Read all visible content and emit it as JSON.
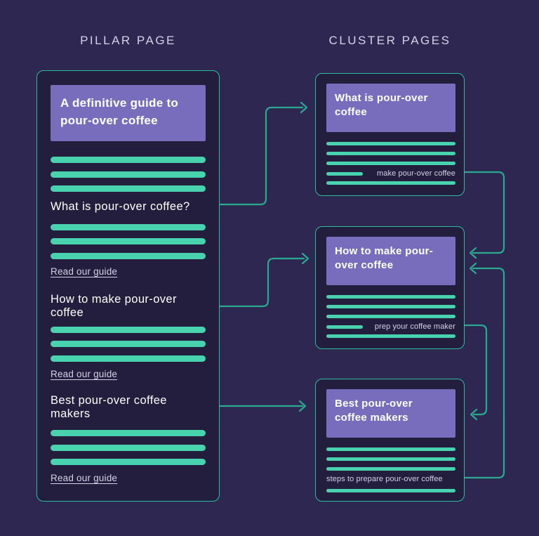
{
  "colors": {
    "background": "#2e2752",
    "card_background": "#241e3e",
    "card_border": "#2cbd9f",
    "connector": "#2aa98e",
    "placeholder_bar": "#49d2ae",
    "header_block": "#786dbd",
    "heading_text": "#ffffff",
    "muted_text": "#d5d0e4"
  },
  "column_titles": {
    "pillar": "PILLAR PAGE",
    "clusters": "CLUSTER PAGES"
  },
  "pillar_page": {
    "title": "A definitive guide to pour-over coffee",
    "sections": [
      {
        "heading": "What is pour-over coffee?",
        "link_label": "Read our guide"
      },
      {
        "heading": "How to make pour-over coffee",
        "link_label": "Read our guide"
      },
      {
        "heading": "Best pour-over coffee makers",
        "link_label": "Read our guide"
      }
    ]
  },
  "cluster_pages": [
    {
      "title": "What is pour-over coffee",
      "anchor_text": "make pour-over coffee"
    },
    {
      "title": "How to make pour-over coffee",
      "anchor_text": "prep your coffee maker"
    },
    {
      "title": "Best pour-over coffee makers",
      "anchor_text": "steps to prepare pour-over coffee"
    }
  ]
}
